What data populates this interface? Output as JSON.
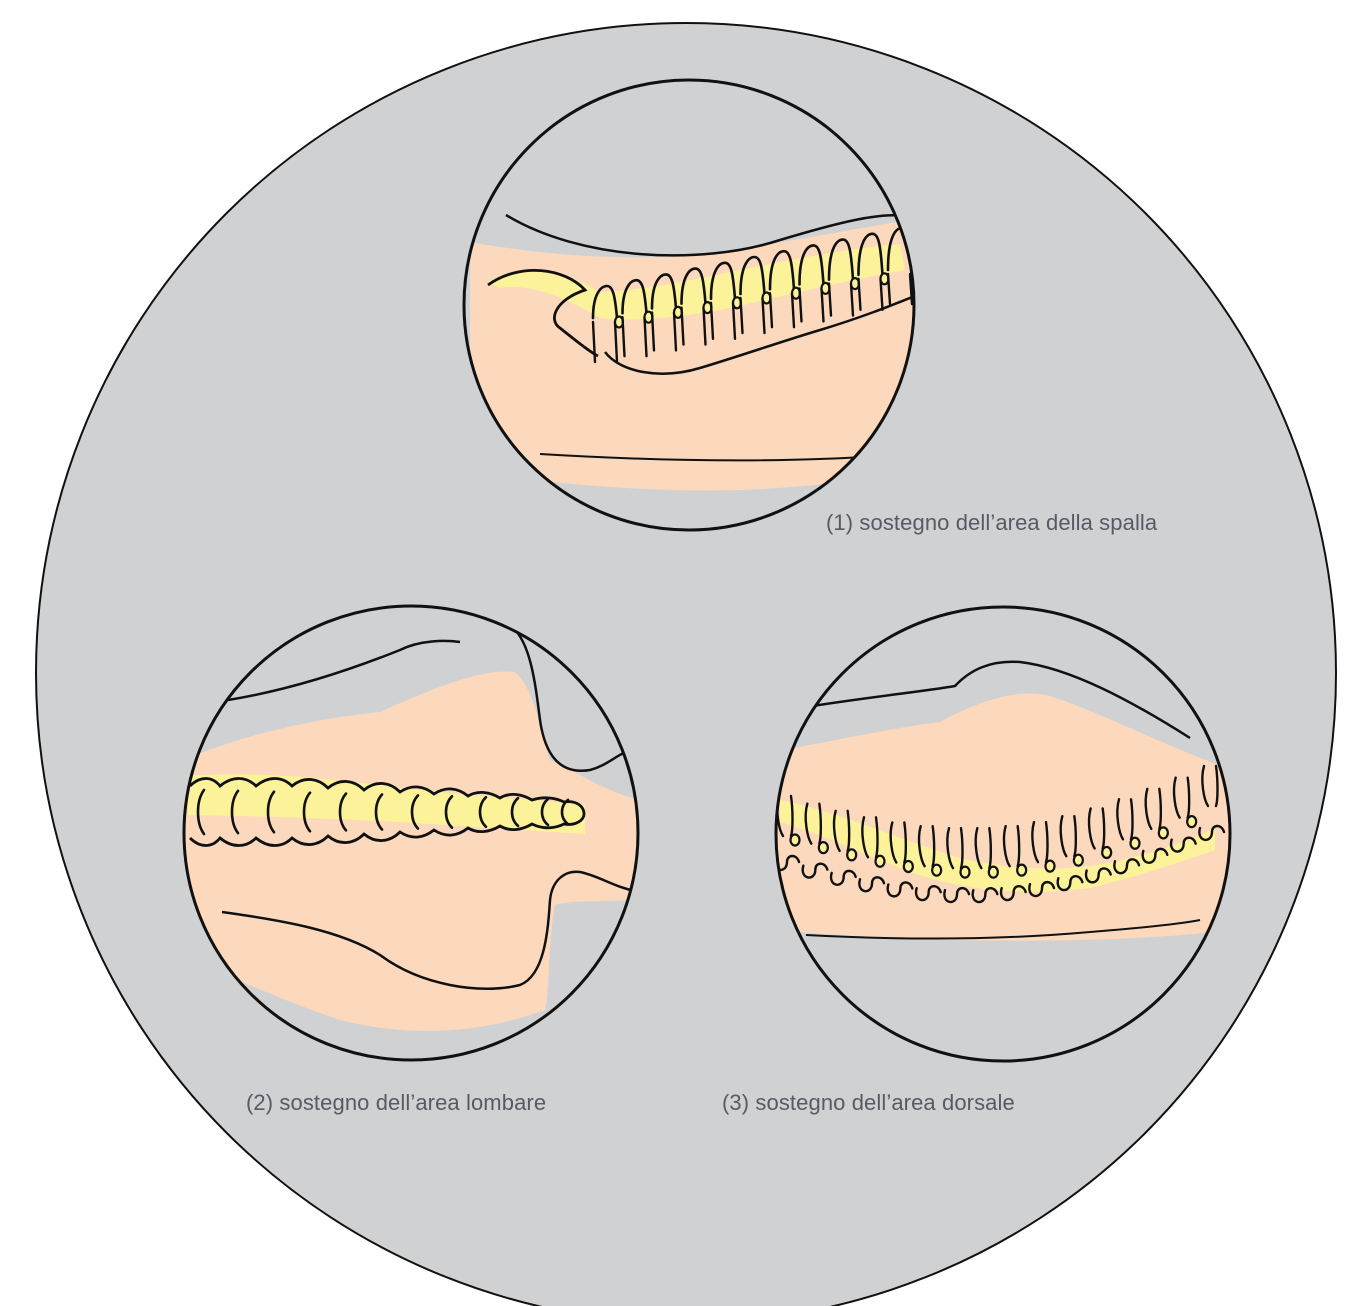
{
  "diagram": {
    "colors": {
      "background_disc": "#d0d1d3",
      "outline": "#111111",
      "body_fill": "#fcd9bc",
      "spine_highlight": "#fbf29a"
    },
    "panels": [
      {
        "id": "shoulder",
        "caption": "(1) sostegno dell’area della spalla"
      },
      {
        "id": "lumbar",
        "caption": "(2) sostegno dell’area lombare"
      },
      {
        "id": "dorsal",
        "caption": "(3) sostegno dell’area dorsale"
      }
    ]
  }
}
